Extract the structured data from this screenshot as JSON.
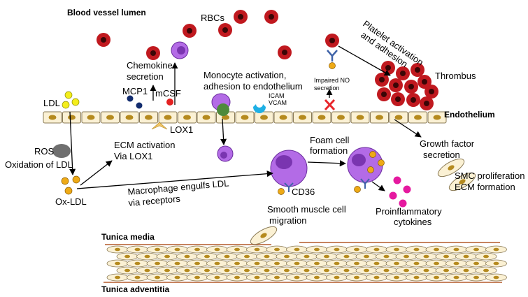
{
  "labels": {
    "blood_vessel_lumen": "Blood vessel lumen",
    "rbcs": "RBCs",
    "platelet_line1": "Platelet activation",
    "platelet_line2": "and adhesion",
    "thrombus": "Thrombus",
    "chemokine_line1": "Chemokine",
    "chemokine_line2": "secretion",
    "monocyte_line1": "Monocyte activation,",
    "monocyte_line2": "adhesion to endothelium",
    "impaired_no_line1": "Impaired NO",
    "impaired_no_line2": "secretion",
    "mcp1": "MCP1",
    "mcsf": "mCSF",
    "icam": "ICAM",
    "vcam": "VCAM",
    "ldl": "LDL",
    "lox1": "LOX1",
    "endothelium": "Endothelium",
    "growth_factor_line1": "Growth factor",
    "growth_factor_line2": "secretion",
    "ros": "ROS",
    "oxidation_ldl": "Oxidation of LDL",
    "ecm_activation_line1": "ECM activation",
    "ecm_activation_line2": "Via LOX1",
    "foam_cell_line1": "Foam cell",
    "foam_cell_line2": "formation",
    "smc_line1": "SMC proliferation",
    "smc_line2": "ECM formation",
    "ox_ldl": "Ox-LDL",
    "macrophage_line1": "Macrophage engulfs LDL",
    "macrophage_line2": "via receptors",
    "cd36": "CD36",
    "smc_migration_line1": "Smooth muscle cell",
    "smc_migration_line2": "migration",
    "proinflammatory_line1": "Proinflammatory",
    "proinflammatory_line2": "cytokines",
    "tunica_media": "Tunica media",
    "tunica_adventitia": "Tunica adventitia"
  },
  "colors": {
    "rbc_outer": "#c0191f",
    "rbc_inner": "#3a0606",
    "cell_fill": "#fbf1d4",
    "cell_stroke": "#8a7a55",
    "nucleus": "#b58a1e",
    "monocyte": "#b36be6",
    "monocyte_nucleus": "#7a35b0",
    "ldl_yellow": "#f4ee1c",
    "ox_ldl_orange": "#eeaa16",
    "mcp1_navy": "#122c6e",
    "mcsf_red": "#e42121",
    "icam_cyan": "#1eb0e5",
    "receptor_blue": "#3f63a8",
    "ros_gray": "#6f6f6f",
    "adhesion_green": "#4e8a3b",
    "cytokine_magenta": "#e5199f",
    "media_line": "#b35a2a",
    "impaired_x": "#e8262b"
  }
}
